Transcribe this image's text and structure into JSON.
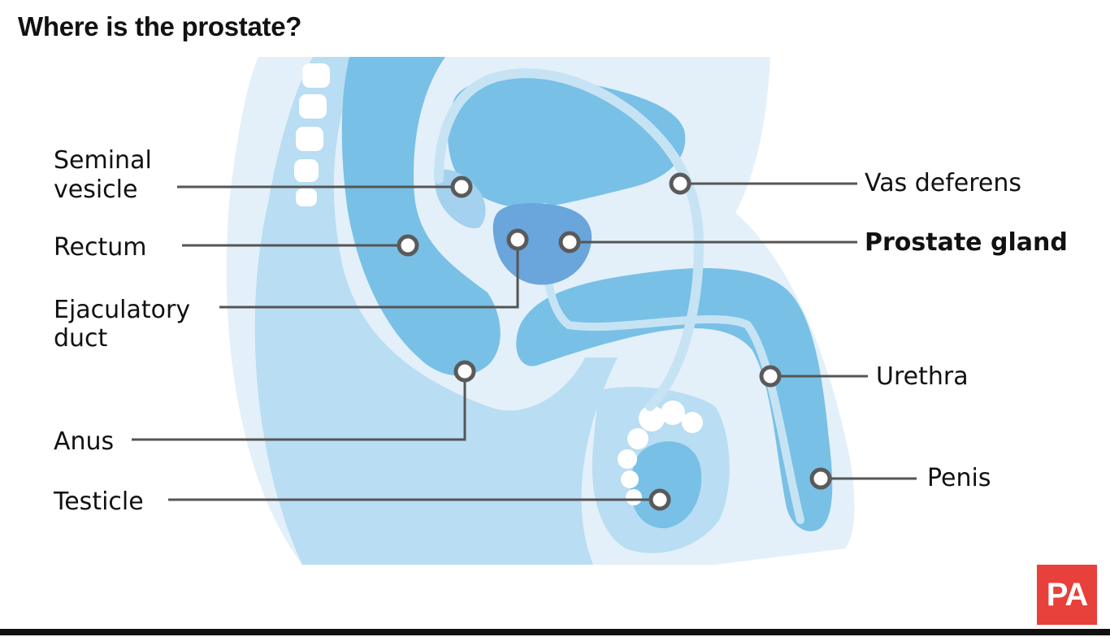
{
  "title": "Where is the prostate?",
  "labels": {
    "seminal_vesicle_line1": "Seminal",
    "seminal_vesicle_line2": "vesicle",
    "rectum": "Rectum",
    "ejaculatory_duct_line1": "Ejaculatory",
    "ejaculatory_duct_line2": "duct",
    "anus": "Anus",
    "testicle": "Testicle",
    "vas_deferens": "Vas deferens",
    "prostate_gland": "Prostate gland",
    "urethra": "Urethra",
    "penis": "Penis"
  },
  "logo": {
    "text": "PA",
    "color": "#e8403a"
  },
  "colors": {
    "body_pale": "#e3f0f9",
    "body_light": "#b9ddf2",
    "tissue_medium": "#a3d1ee",
    "organ": "#78c0e6",
    "prostate": "#6aa5dc",
    "bone": "#ffffff",
    "leader": "#555555"
  }
}
